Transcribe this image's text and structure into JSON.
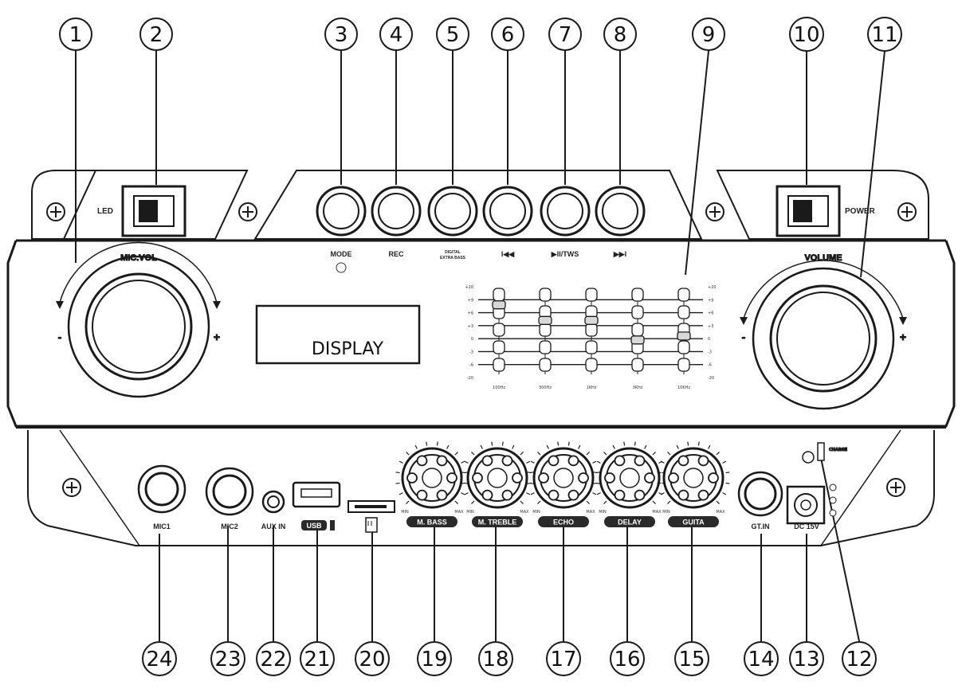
{
  "callouts": {
    "c1": "1",
    "c2": "2",
    "c3": "3",
    "c4": "4",
    "c5": "5",
    "c6": "6",
    "c7": "7",
    "c8": "8",
    "c9": "9",
    "c10": "10",
    "c11": "11",
    "c12": "12",
    "c13": "13",
    "c14": "14",
    "c15": "15",
    "c16": "16",
    "c17": "17",
    "c18": "18",
    "c19": "19",
    "c20": "20",
    "c21": "21",
    "c22": "22",
    "c23": "23",
    "c24": "24"
  },
  "labels": {
    "led": "LED",
    "power": "POWER",
    "mic_vol": "MIC.VOL",
    "volume": "VOLUME",
    "minus": "-",
    "plus": "+",
    "display": "DISPLAY",
    "mode": "MODE",
    "rec": "REC",
    "digital": "DIGITAL",
    "extra_bass": "EXTRA BASS",
    "prev": "I◀◀",
    "play_tws": "▶II/TWS",
    "next": "▶▶I",
    "mic1": "MIC1",
    "mic2": "MIC2",
    "aux_in": "AUX IN",
    "usb": "USB",
    "m_bass": "M. BASS",
    "m_treble": "M. TREBLE",
    "echo": "ECHO",
    "delay": "DELAY",
    "guita": "GUITA",
    "gt_in": "GT.IN",
    "dc": "DC 15V",
    "charge": "CHARGE",
    "min": "MIN",
    "max": "MAX"
  },
  "eq": {
    "freqs": [
      "100Hz",
      "300Hz",
      "1KHz",
      "3KHz",
      "10KHz"
    ],
    "scale": [
      "+20",
      "+9",
      "+6",
      "+3",
      "0",
      "-3",
      "-6",
      "-20"
    ],
    "levels": [
      0.15,
      0.35,
      0.35,
      0.6,
      0.55
    ]
  },
  "colors": {
    "line": "#1a1a1a",
    "pill": "#2a2a2a"
  }
}
